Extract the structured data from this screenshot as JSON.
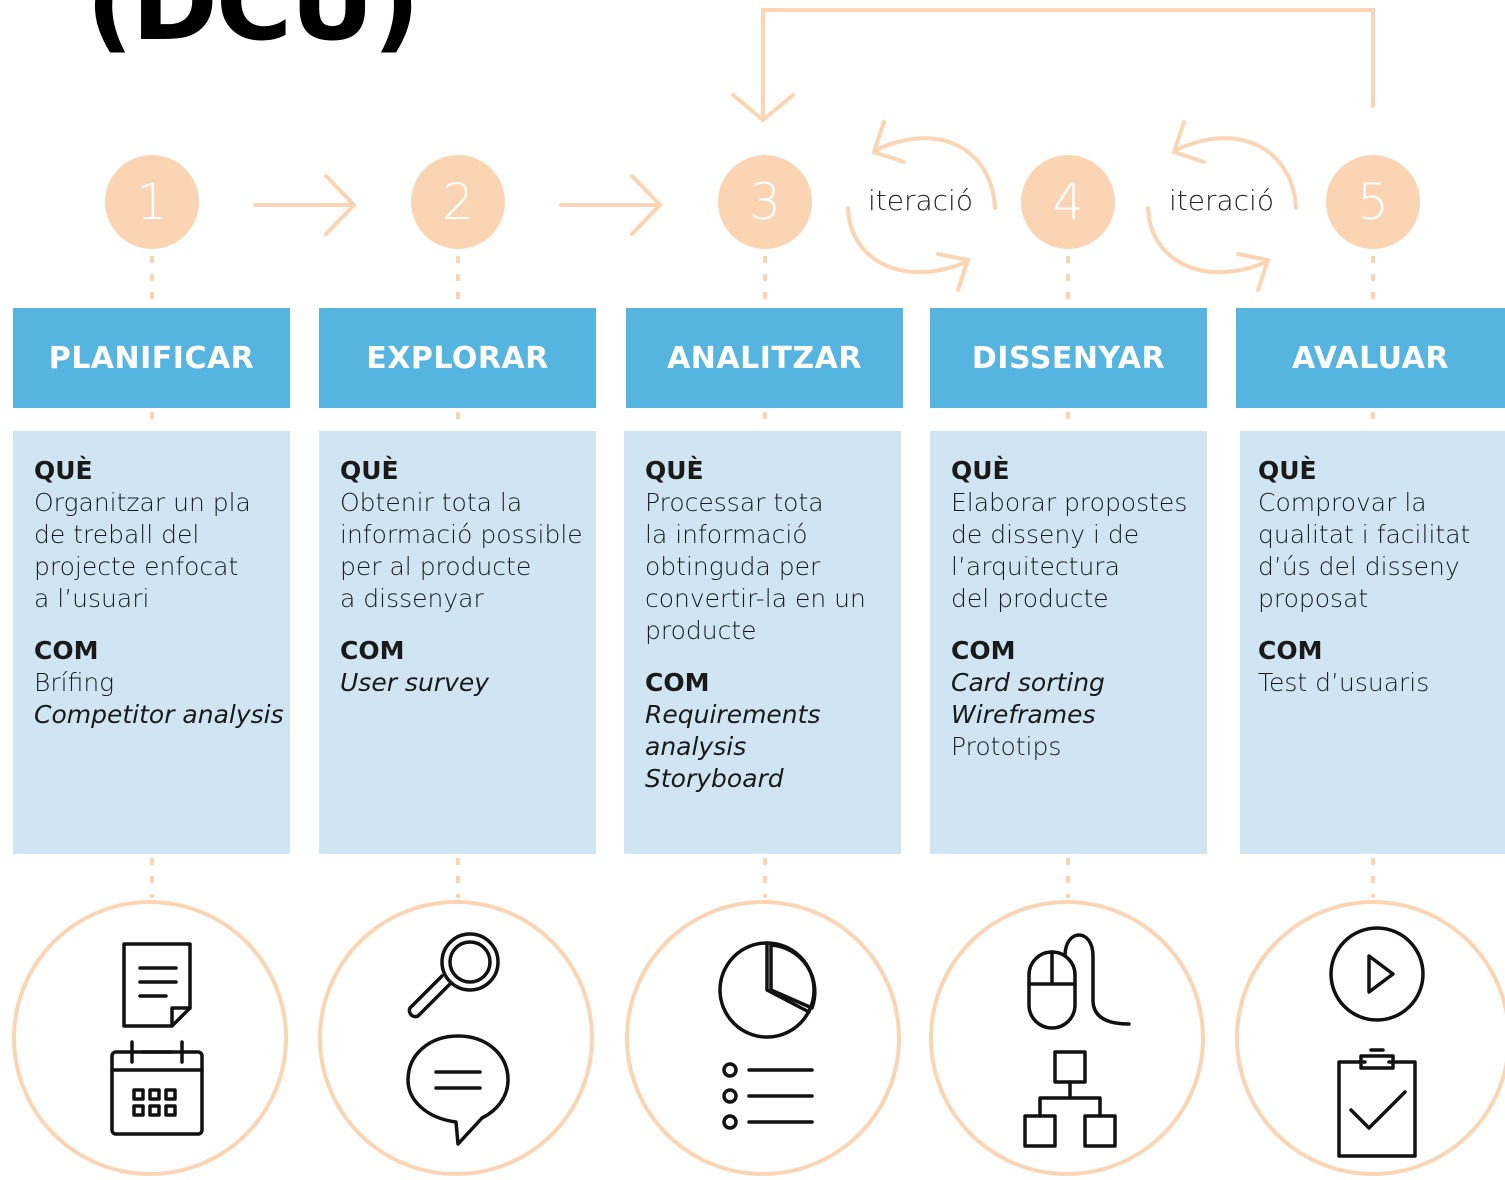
{
  "title": "(DCU)",
  "iteration_label": "iteració",
  "colors": {
    "accent_orange": "#fbd5b3",
    "header_blue": "#55b4e0",
    "content_blue": "#cfe5f2"
  },
  "steps": [
    {
      "number": "1",
      "name": "PLANIFICAR",
      "que_label": "QUÈ",
      "que_text": "Organitzar un pla\nde treball del\nprojecte enfocat\na l’usuari",
      "com_label": "COM",
      "tools": [
        {
          "text": "Brífing",
          "italic": false
        },
        {
          "text": "Competitor analysis",
          "italic": true
        }
      ],
      "icons": [
        "document-icon",
        "calendar-icon"
      ]
    },
    {
      "number": "2",
      "name": "EXPLORAR",
      "que_label": "QUÈ",
      "que_text": "Obtenir tota la\ninformació possible\nper al producte\na dissenyar",
      "com_label": "COM",
      "tools": [
        {
          "text": "User survey",
          "italic": true
        }
      ],
      "icons": [
        "magnifier-icon",
        "speech-bubble-icon"
      ]
    },
    {
      "number": "3",
      "name": "ANALITZAR",
      "que_label": "QUÈ",
      "que_text": "Processar tota\nla informació\nobtinguda per\nconvertir-la en un\nproducte",
      "com_label": "COM",
      "tools": [
        {
          "text": "Requirements",
          "italic": true
        },
        {
          "text": "analysis",
          "italic": true
        },
        {
          "text": "Storyboard",
          "italic": true
        }
      ],
      "icons": [
        "pie-chart-icon",
        "list-icon"
      ]
    },
    {
      "number": "4",
      "name": "DISSENYAR",
      "que_label": "QUÈ",
      "que_text": "Elaborar propostes\nde disseny i de\nl’arquitectura\ndel producte",
      "com_label": "COM",
      "tools": [
        {
          "text": "Card sorting",
          "italic": true
        },
        {
          "text": "Wireframes",
          "italic": true
        },
        {
          "text": "Prototips",
          "italic": false
        }
      ],
      "icons": [
        "mouse-icon",
        "sitemap-icon"
      ]
    },
    {
      "number": "5",
      "name": "AVALUAR",
      "que_label": "QUÈ",
      "que_text": "Comprovar la\nqualitat i facilitat\nd’ús del disseny\nproposat",
      "com_label": "COM",
      "tools": [
        {
          "text": "Test d’usuaris",
          "italic": false
        }
      ],
      "icons": [
        "play-icon",
        "clipboard-check-icon"
      ]
    }
  ]
}
